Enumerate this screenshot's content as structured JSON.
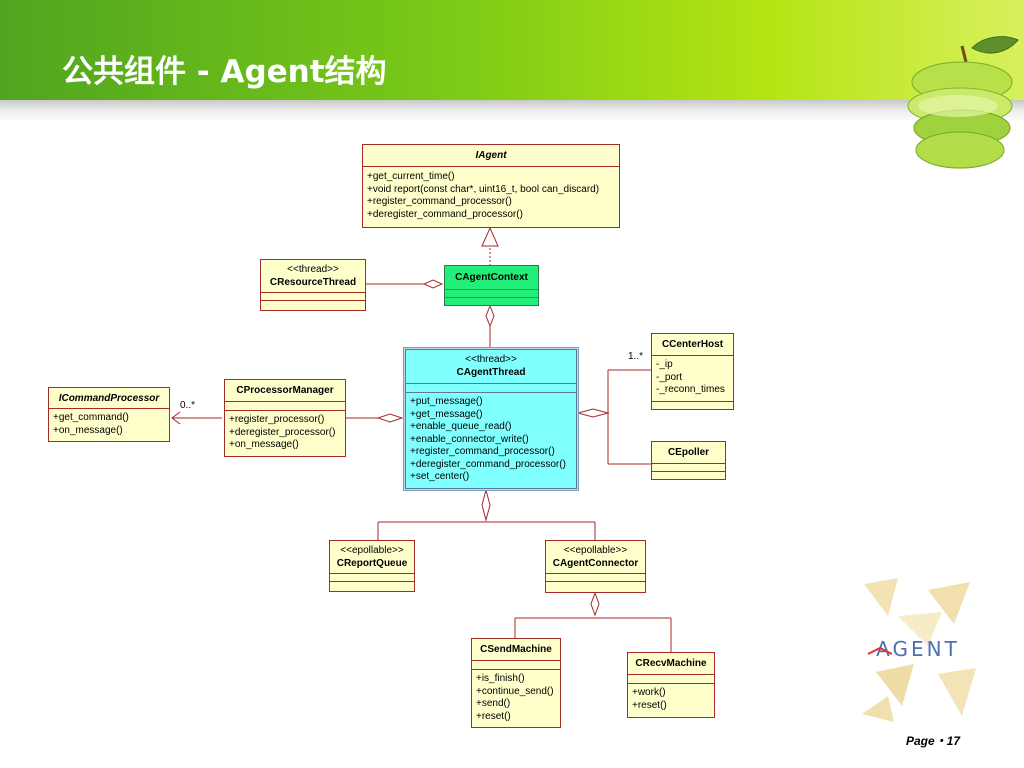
{
  "slide": {
    "title": "公共组件 - Agent结构",
    "page_label": "Page・17"
  },
  "classes": {
    "iagent": {
      "name": "IAgent",
      "methods": [
        "+get_current_time()",
        "+void report(const char*, uint16_t, bool can_discard)",
        "+register_command_processor()",
        "+deregister_command_processor()"
      ]
    },
    "resource_thread": {
      "stereotype": "<<thread>>",
      "name": "CResourceThread"
    },
    "agent_context": {
      "name": "CAgentContext"
    },
    "agent_thread": {
      "stereotype": "<<thread>>",
      "name": "CAgentThread",
      "methods": [
        "+put_message()",
        "+get_message()",
        "+enable_queue_read()",
        "+enable_connector_write()",
        "+register_command_processor()",
        "+deregister_command_processor()",
        "+set_center()"
      ]
    },
    "center_host": {
      "name": "CCenterHost",
      "attributes": [
        "-_ip",
        "-_port",
        "-_reconn_times"
      ]
    },
    "epoller": {
      "name": "CEpoller"
    },
    "processor_manager": {
      "name": "CProcessorManager",
      "methods": [
        "+register_processor()",
        "+deregister_processor()",
        "+on_message()"
      ]
    },
    "command_processor": {
      "name": "ICommandProcessor",
      "methods": [
        "+get_command()",
        "+on_message()"
      ]
    },
    "report_queue": {
      "stereotype": "<<epollable>>",
      "name": "CReportQueue"
    },
    "agent_connector": {
      "stereotype": "<<epollable>>",
      "name": "CAgentConnector"
    },
    "send_machine": {
      "name": "CSendMachine",
      "methods": [
        "+is_finish()",
        "+continue_send()",
        "+send()",
        "+reset()"
      ]
    },
    "recv_machine": {
      "name": "CRecvMachine",
      "methods": [
        "+work()",
        "+reset()"
      ]
    }
  },
  "multiplicities": {
    "center_host": "1..*",
    "command_processor": "0..*"
  },
  "logo": {
    "text": "AGENT"
  }
}
